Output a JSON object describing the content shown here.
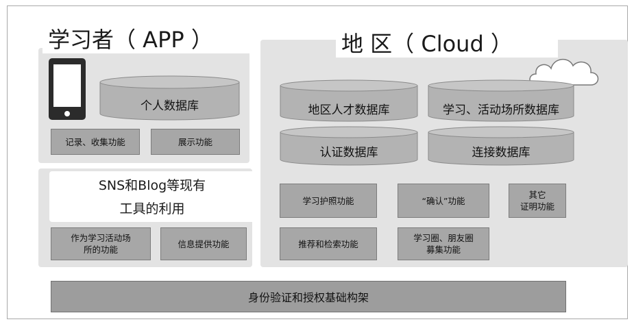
{
  "titles": {
    "learner": "学习者（ APP ）",
    "region": "地 区（ Cloud ）"
  },
  "databases": {
    "personal": "个人数据库",
    "regional_talent": "地区人才数据库",
    "venue": "学习、活动场所数据库",
    "auth": "认证数据库",
    "connection": "连接数据库"
  },
  "app_functions": {
    "record": "记录、收集功能",
    "display": "展示功能"
  },
  "sns": {
    "line1": "SNS和Blog等现有",
    "line2": "工具的利用"
  },
  "sns_functions": {
    "venue_line1": "作为学习活动场",
    "venue_line2": "所的功能",
    "info": "信息提供功能"
  },
  "cloud_functions": {
    "passport": "学习护照功能",
    "confirm": "“确认”功能",
    "other_line1": "其它",
    "other_line2": "证明功能",
    "search": "推荐和检索功能",
    "circle_line1": "学习圈、朋友圈",
    "circle_line2": "募集功能"
  },
  "foundation": "身份验证和授权基础构架",
  "icons": [
    "smartphone-icon",
    "cloud-icon"
  ],
  "colors": {
    "panel": "#e3e3e3",
    "box": "#a7a7a7",
    "cylinder": "#b3b3b3",
    "foundation": "#9d9d9d"
  }
}
